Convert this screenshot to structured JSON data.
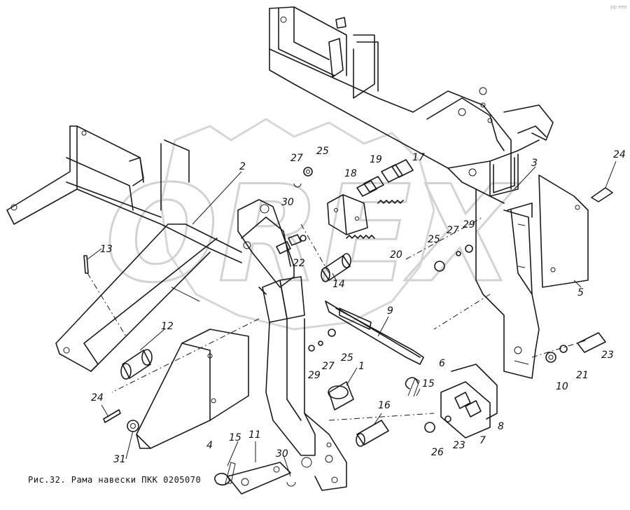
{
  "caption": "Рис.32. Рама навески ПКК 0205070",
  "watermark": "OREX",
  "corner_mark": "pp eee",
  "callouts": {
    "c1": "1",
    "c2": "2",
    "c3": "3",
    "c4": "4",
    "c5": "5",
    "c6": "6",
    "c7": "7",
    "c8": "8",
    "c9": "9",
    "c10": "10",
    "c11": "11",
    "c12": "12",
    "c13": "13",
    "c14": "14",
    "c15a": "15",
    "c15b": "15",
    "c16": "16",
    "c17": "17",
    "c18": "18",
    "c19": "19",
    "c20": "20",
    "c21": "21",
    "c22": "22",
    "c23a": "23",
    "c23b": "23",
    "c24a": "24",
    "c24b": "24",
    "c25a": "25",
    "c25b": "25",
    "c25c": "25",
    "c26": "26",
    "c27a": "27",
    "c27b": "27",
    "c27c": "27",
    "c29a": "29",
    "c29b": "29",
    "c30a": "30",
    "c30b": "30",
    "c31": "31"
  }
}
